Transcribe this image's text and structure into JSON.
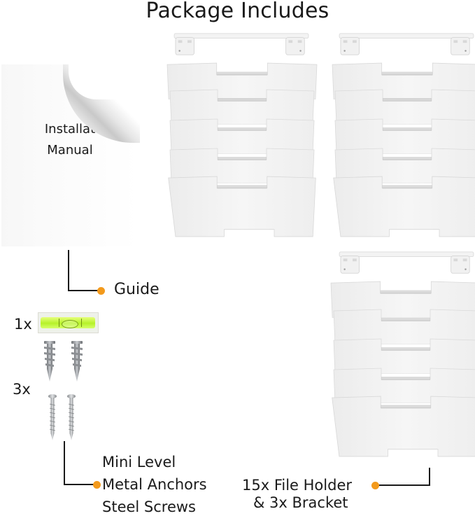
{
  "title": "Package Includes",
  "manual": {
    "line1": "Installat",
    "line2": "Manual"
  },
  "guide": {
    "label": "Guide"
  },
  "hardware": {
    "level_qty": "1x",
    "anchors_screws_qty": "3x",
    "labels": [
      "Mini Level",
      "Metal Anchors",
      "Steel Screws"
    ]
  },
  "file_holders": {
    "line1": "15x File Holder",
    "line2": "& 3x Bracket",
    "sets": 3,
    "holders_per_set": 5
  },
  "colors": {
    "accent_dot": "#f39a1c",
    "text": "#1a1a1a",
    "level_green": "#b6f22a",
    "holder_white": "#f4f4f4"
  }
}
